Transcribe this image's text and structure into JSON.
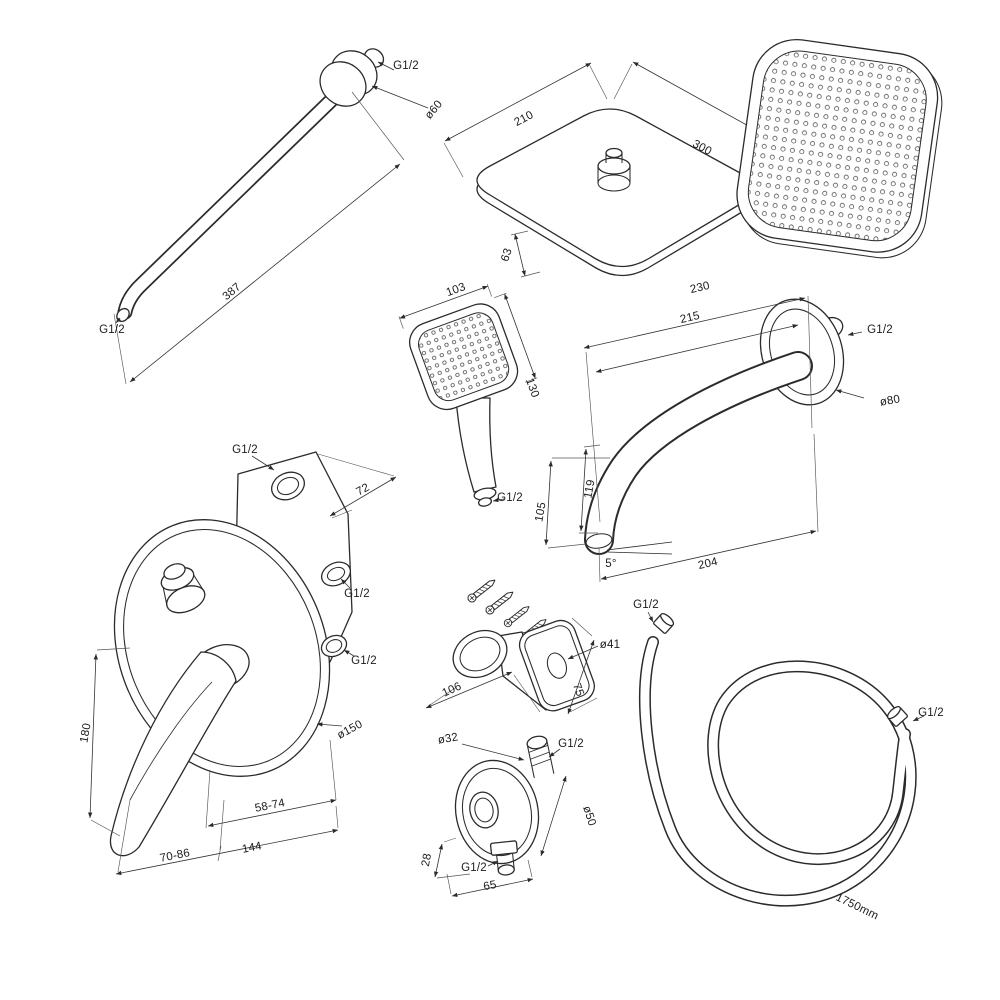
{
  "diagram": {
    "kind": "shower-set dimensional technical drawing",
    "line_color": "#2b2b2b",
    "background": "#ffffff",
    "components": {
      "shower_arm": {
        "labels": {
          "thread_wall": "G1/2",
          "diameter": "ø60",
          "length": "387",
          "thread_outlet": "G1/2"
        }
      },
      "overhead_shower": {
        "labels": {
          "width": "210",
          "depth": "300",
          "height": "63"
        }
      },
      "hand_shower": {
        "labels": {
          "width": "103",
          "length": "130",
          "thread": "G1/2"
        }
      },
      "spout": {
        "labels": {
          "reach_outer": "230",
          "reach_inner": "215",
          "thread": "G1/2",
          "flange": "ø80",
          "height": "105",
          "height2": "119",
          "run": "204",
          "angle": "5°"
        }
      },
      "mixer": {
        "labels": {
          "thread_top": "G1/2",
          "depth": "72",
          "thread_right": "G1/2",
          "thread_low": "G1/2",
          "plate": "ø150",
          "handle": "180",
          "range1": "58-74",
          "range2": "70-86",
          "width": "144"
        }
      },
      "holder": {
        "labels": {
          "width": "106",
          "height": "75",
          "diameter": "ø41"
        }
      },
      "elbow": {
        "labels": {
          "top_diameter": "ø32",
          "thread_top": "G1/2",
          "flange_diameter": "ø50",
          "depth": "28",
          "thread_bottom": "G1/2",
          "width": "65"
        }
      },
      "hose": {
        "labels": {
          "thread_a": "G1/2",
          "thread_b": "G1/2",
          "length": "1750mm"
        }
      }
    }
  }
}
